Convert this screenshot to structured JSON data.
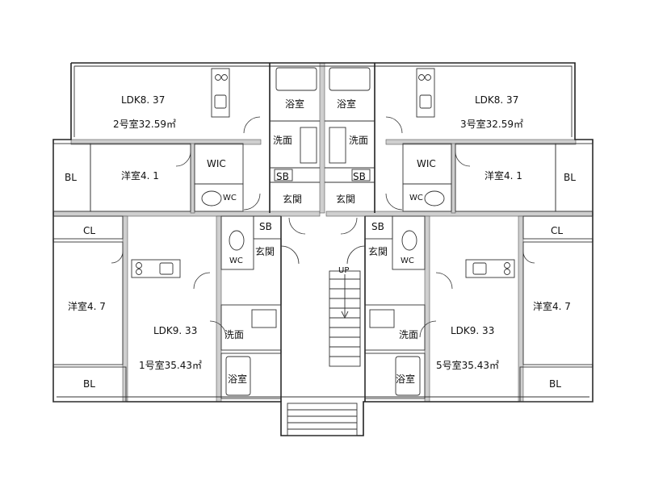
{
  "rooms": {
    "unit2": {
      "ldk": "LDK8. 37",
      "area": "2号室32.59㎡",
      "bedroom": "洋室4. 1",
      "bath": "浴室",
      "wash": "洗面",
      "wic": "WIC",
      "wc": "WC",
      "sb": "SB",
      "entry": "玄関",
      "bl": "BL"
    },
    "unit3": {
      "ldk": "LDK8. 37",
      "area": "3号室32.59㎡",
      "bedroom": "洋室4. 1",
      "bath": "浴室",
      "wash": "洗面",
      "wic": "WIC",
      "wc": "WC",
      "sb": "SB",
      "entry": "玄関",
      "bl": "BL"
    },
    "unit1": {
      "ldk": "LDK9. 33",
      "area": "1号室35.43㎡",
      "bedroom": "洋室4. 7",
      "bath": "浴室",
      "wash": "洗面",
      "wc": "WC",
      "sb": "SB",
      "entry": "玄関",
      "cl": "CL",
      "bl": "BL"
    },
    "unit5": {
      "ldk": "LDK9. 33",
      "area": "5号室35.43㎡",
      "bedroom": "洋室4. 7",
      "bath": "浴室",
      "wash": "洗面",
      "wc": "WC",
      "sb": "SB",
      "entry": "玄関",
      "cl": "CL",
      "bl": "BL"
    }
  },
  "stairs": {
    "label": "UP"
  }
}
